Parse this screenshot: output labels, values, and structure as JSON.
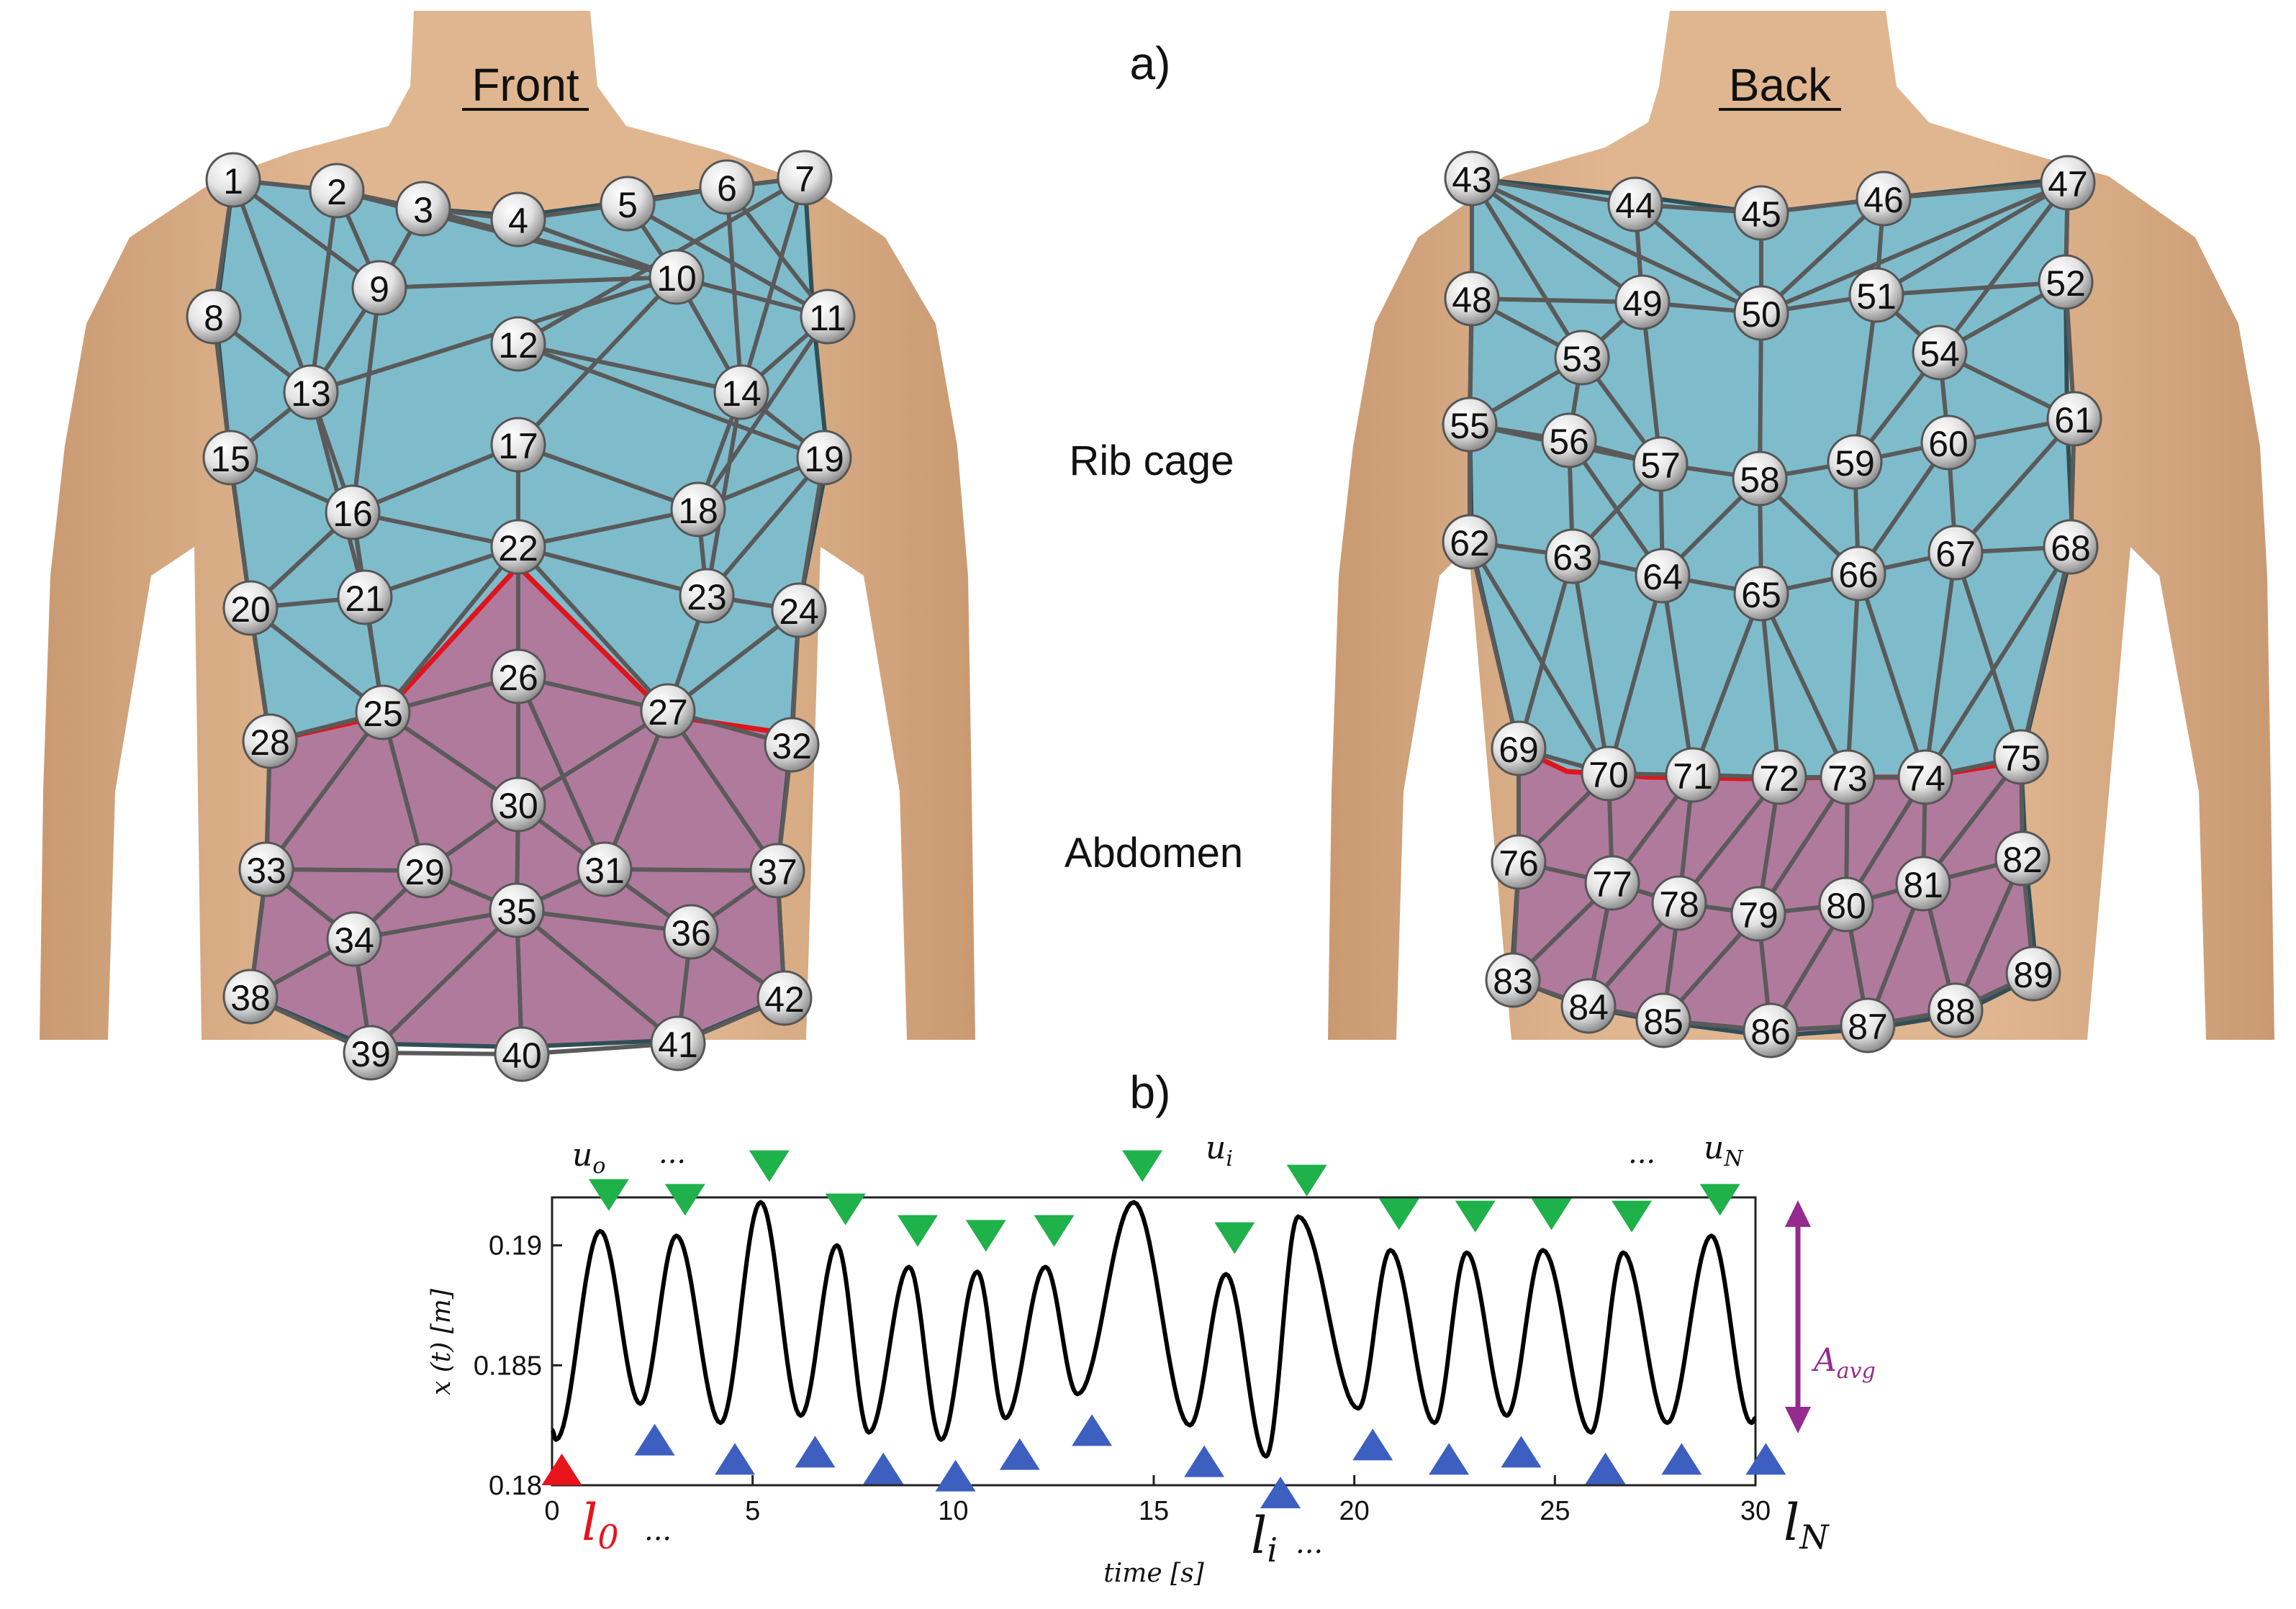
{
  "panel_a": {
    "label": "a)",
    "front_title": "Front",
    "back_title": "Back",
    "region_rib": "Rib cage",
    "region_abdomen": "Abdomen",
    "colors": {
      "skin": "#d9ac85",
      "rib": "#7fbccb",
      "abdomen": "#b07a9c",
      "boundary": "#e0141c",
      "edge": "#555555"
    },
    "front_markers": [
      "1",
      "2",
      "3",
      "4",
      "5",
      "6",
      "7",
      "8",
      "9",
      "10",
      "11",
      "12",
      "13",
      "14",
      "15",
      "16",
      "17",
      "18",
      "19",
      "20",
      "21",
      "22",
      "23",
      "24",
      "25",
      "26",
      "27",
      "28",
      "29",
      "30",
      "31",
      "32",
      "33",
      "34",
      "35",
      "36",
      "37",
      "38",
      "39",
      "40",
      "41",
      "42"
    ],
    "back_markers": [
      "43",
      "44",
      "45",
      "46",
      "47",
      "48",
      "49",
      "50",
      "51",
      "52",
      "53",
      "54",
      "55",
      "56",
      "57",
      "58",
      "59",
      "60",
      "61",
      "62",
      "63",
      "64",
      "65",
      "66",
      "67",
      "68",
      "69",
      "70",
      "71",
      "72",
      "73",
      "74",
      "75",
      "76",
      "77",
      "78",
      "79",
      "80",
      "81",
      "82",
      "83",
      "84",
      "85",
      "86",
      "87",
      "88",
      "89"
    ]
  },
  "panel_b": {
    "label": "b)",
    "ylabel": "x (t) [m]",
    "xlabel": "time [s]",
    "amp_label": "A",
    "amp_sub": "avg",
    "top_labels": [
      {
        "base": "u",
        "sub": "o"
      },
      {
        "text": "..."
      },
      {
        "base": "u",
        "sub": "i"
      },
      {
        "text": "..."
      },
      {
        "base": "u",
        "sub": "N"
      }
    ],
    "bottom_labels": [
      {
        "base": "l",
        "sub": "0"
      },
      {
        "text": "..."
      },
      {
        "base": "l",
        "sub": "i"
      },
      {
        "text": "..."
      },
      {
        "base": "l",
        "sub": "N"
      }
    ],
    "colors": {
      "trace": "#000000",
      "upper": "#1fb14a",
      "lower": "#3d5fbf",
      "first_lower": "#e8131b",
      "amplitude": "#952b8e"
    }
  },
  "chart_data": {
    "type": "line",
    "xlim": [
      0,
      30
    ],
    "ylim": [
      0.18,
      0.192
    ],
    "xticks": [
      "0",
      "5",
      "10",
      "15",
      "20",
      "25",
      "30"
    ],
    "yticks": [
      "0.18",
      "0.185",
      "0.19"
    ],
    "peaks_x": [
      1.2,
      3.1,
      5.2,
      7.1,
      8.9,
      10.6,
      12.3,
      14.5,
      16.8,
      18.6,
      20.9,
      22.8,
      24.7,
      26.7,
      28.9
    ],
    "peaks_y": [
      0.1906,
      0.1904,
      0.1918,
      0.19,
      0.1891,
      0.1889,
      0.1891,
      0.1918,
      0.1888,
      0.1912,
      0.1898,
      0.1897,
      0.1898,
      0.1897,
      0.1904
    ],
    "troughs_x": [
      0.1,
      2.2,
      4.2,
      6.2,
      7.9,
      9.7,
      11.3,
      13.1,
      15.9,
      17.8,
      20.1,
      22.0,
      23.8,
      25.9,
      27.8,
      29.9
    ],
    "troughs_y": [
      0.1819,
      0.1834,
      0.1826,
      0.1829,
      0.1822,
      0.1819,
      0.1828,
      0.1838,
      0.1825,
      0.1812,
      0.1832,
      0.1826,
      0.1829,
      0.1822,
      0.1826,
      0.1826
    ]
  }
}
